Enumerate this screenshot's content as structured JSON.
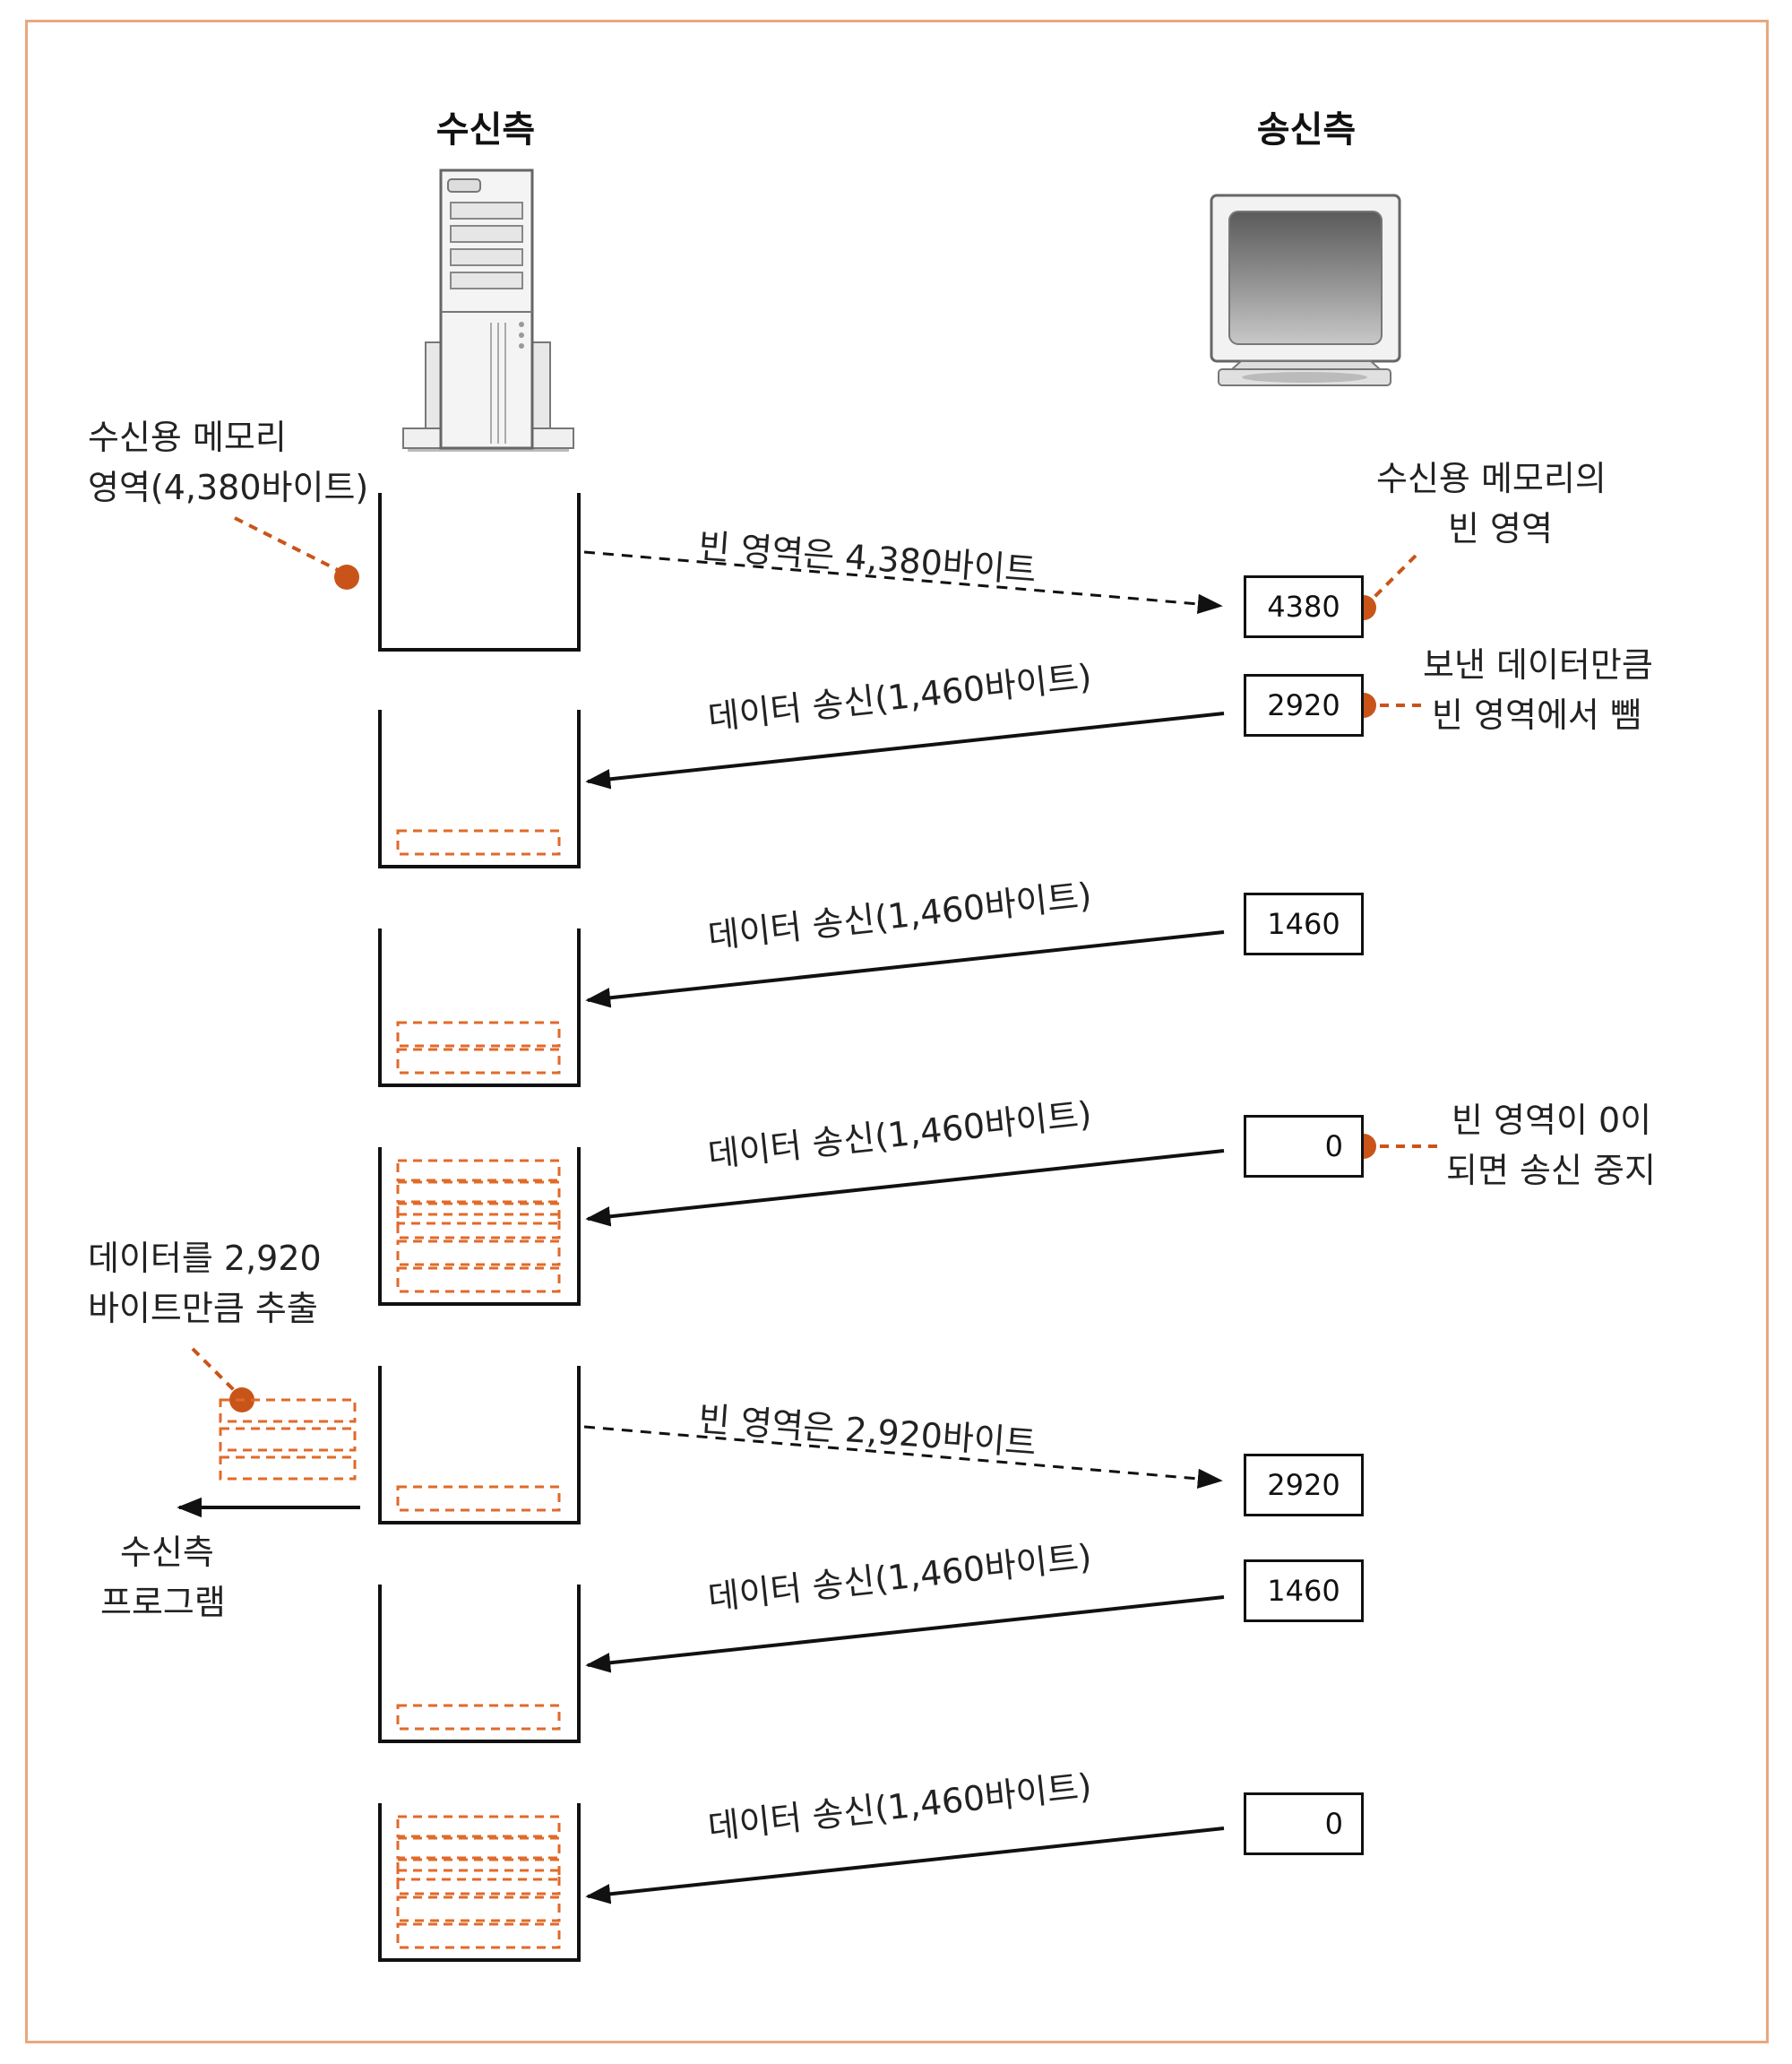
{
  "headers": {
    "receiver": "수신측",
    "sender": "송신측"
  },
  "annotations": {
    "receive_memory": [
      "수신용 메모리",
      "영역(4,380바이트)"
    ],
    "free_space_of_receive_memory": [
      "수신용 메모리의",
      "빈 영역"
    ],
    "subtract_sent_data": [
      "보낸 데이터만큼",
      "빈 영역에서 뺌"
    ],
    "stop_when_zero": [
      "빈 영역이 0이",
      "되면 송신 중지"
    ],
    "extract_data": [
      "데이터를 2,920",
      "바이트만큼 추출"
    ],
    "receiver_program": [
      "수신측",
      "프로그램"
    ]
  },
  "messages": [
    {
      "text": "빈 영역은 4,380바이트",
      "kind": "window-notice"
    },
    {
      "text": "데이터 송신(1,460바이트)",
      "kind": "data"
    },
    {
      "text": "데이터 송신(1,460바이트)",
      "kind": "data"
    },
    {
      "text": "데이터 송신(1,460바이트)",
      "kind": "data"
    },
    {
      "text": "빈 영역은 2,920바이트",
      "kind": "window-notice"
    },
    {
      "text": "데이터 송신(1,460바이트)",
      "kind": "data"
    },
    {
      "text": "데이터 송신(1,460바이트)",
      "kind": "data"
    }
  ],
  "window_values": [
    "4380",
    "2920",
    "1460",
    "0",
    "2920",
    "1460",
    "0"
  ],
  "buffer_fill_rows": [
    0,
    1,
    2,
    3,
    1,
    1,
    3
  ],
  "colors": {
    "accent": "#c9541a",
    "dash": "#e06a2a",
    "frame": "#e8a880",
    "line": "#111111"
  }
}
